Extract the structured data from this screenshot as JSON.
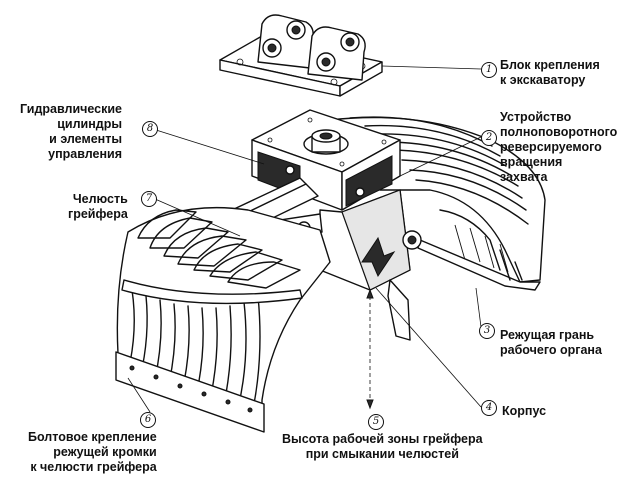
{
  "labels": {
    "l1": "Блок крепления\nк экскаватору",
    "l2": "Устройство\nполноповоротного\nреверсируемого\nвращения\nзахвата",
    "l3": "Режущая грань\nрабочего органа",
    "l4": "Корпус",
    "l5": "Высота рабочей зоны грейфера\nпри смыкании челюстей",
    "l6": "Болтовое крепление\nрежущей кромки\nк челюсти грейфера",
    "l7": "Челюсть\nгрейфера",
    "l8": "Гидравлические\nцилиндры\nи элементы\nуправления"
  },
  "callouts": {
    "c1": "1",
    "c2": "2",
    "c3": "3",
    "c4": "4",
    "c5": "5",
    "c6": "6",
    "c7": "7",
    "c8": "8"
  },
  "colors": {
    "ink": "#111111",
    "paper": "#ffffff"
  }
}
